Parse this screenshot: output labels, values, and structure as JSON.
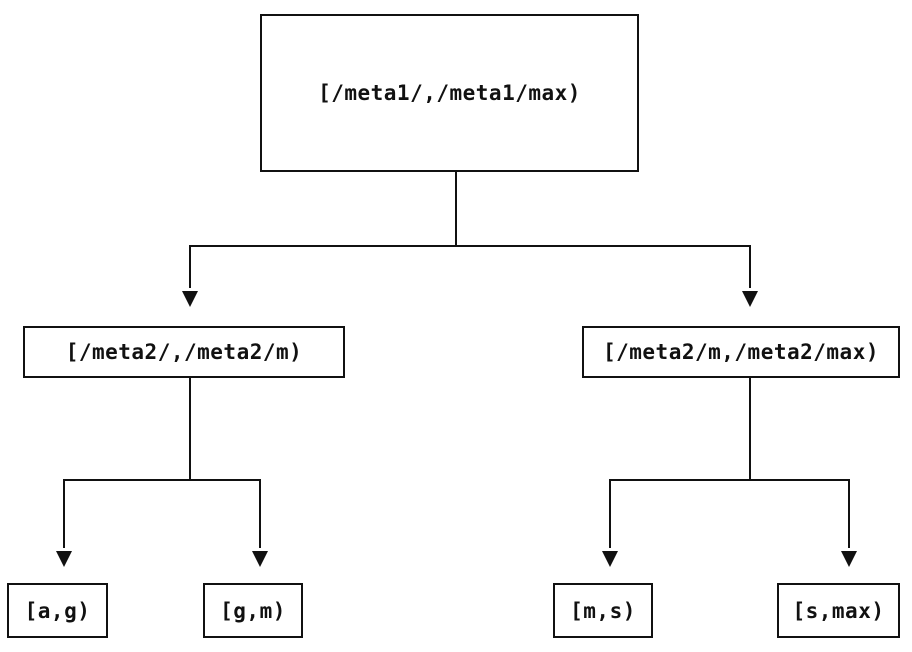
{
  "diagram": {
    "type": "tree",
    "nodes": {
      "root": {
        "label": "[/meta1/,/meta1/max)"
      },
      "meta2_low": {
        "label": "[/meta2/,/meta2/m)"
      },
      "meta2_high": {
        "label": "[/meta2/m,/meta2/max)"
      },
      "leaf_ag": {
        "label": "[a,g)"
      },
      "leaf_gm": {
        "label": "[g,m)"
      },
      "leaf_ms": {
        "label": "[m,s)"
      },
      "leaf_smax": {
        "label": "[s,max)"
      }
    },
    "edges": [
      {
        "from": "root",
        "to": "meta2_low"
      },
      {
        "from": "root",
        "to": "meta2_high"
      },
      {
        "from": "meta2_low",
        "to": "leaf_ag"
      },
      {
        "from": "meta2_low",
        "to": "leaf_gm"
      },
      {
        "from": "meta2_high",
        "to": "leaf_ms"
      },
      {
        "from": "meta2_high",
        "to": "leaf_smax"
      }
    ],
    "colors": {
      "line": "#111111",
      "text": "#111111",
      "background": "#ffffff"
    }
  }
}
